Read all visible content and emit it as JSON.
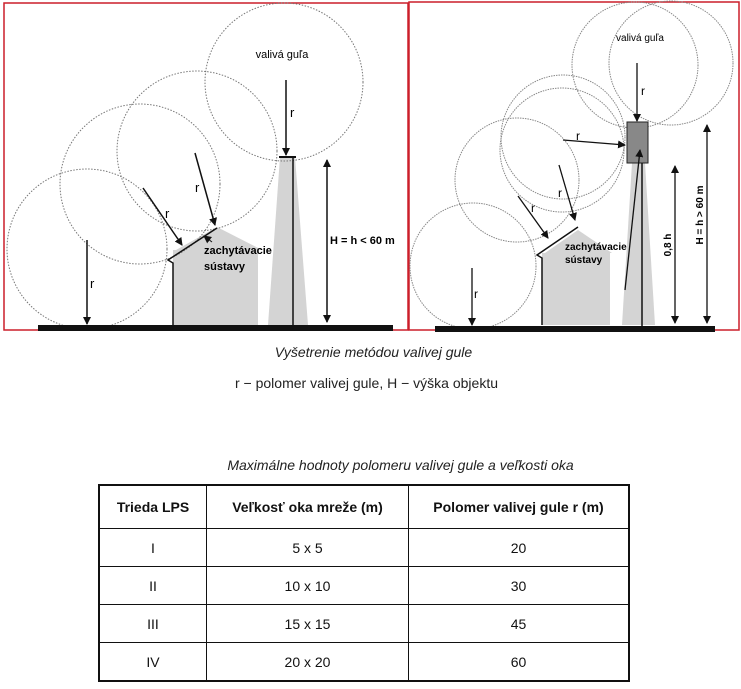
{
  "figure": {
    "left": {
      "ball_label": "valivá guľa",
      "radius_label": "r",
      "capture_label_1": "zachytávacie",
      "capture_label_2": "sústavy",
      "height_label": "H = h < 60 m"
    },
    "right": {
      "ball_label": "valivá guľa",
      "radius_label": "r",
      "capture_label_1": "zachytávacie",
      "capture_label_2": "sústavy",
      "partial_height_label": "0,8 h",
      "height_label": "H = h > 60 m"
    },
    "frame_color": "#cc1f2a"
  },
  "caption_title": "Vyšetrenie metódou valivej gule",
  "caption_legend": "r − polomer valivej gule, H − výška objektu",
  "table": {
    "caption": "Maximálne hodnoty polomeru valivej gule a veľkosti oka",
    "headers": [
      "Trieda LPS",
      "Veľkosť oka mreže (m)",
      "Polomer valivej gule r (m)"
    ],
    "rows": [
      [
        "I",
        "5 x 5",
        "20"
      ],
      [
        "II",
        "10 x 10",
        "30"
      ],
      [
        "III",
        "15 x 15",
        "45"
      ],
      [
        "IV",
        "20 x 20",
        "60"
      ]
    ]
  }
}
